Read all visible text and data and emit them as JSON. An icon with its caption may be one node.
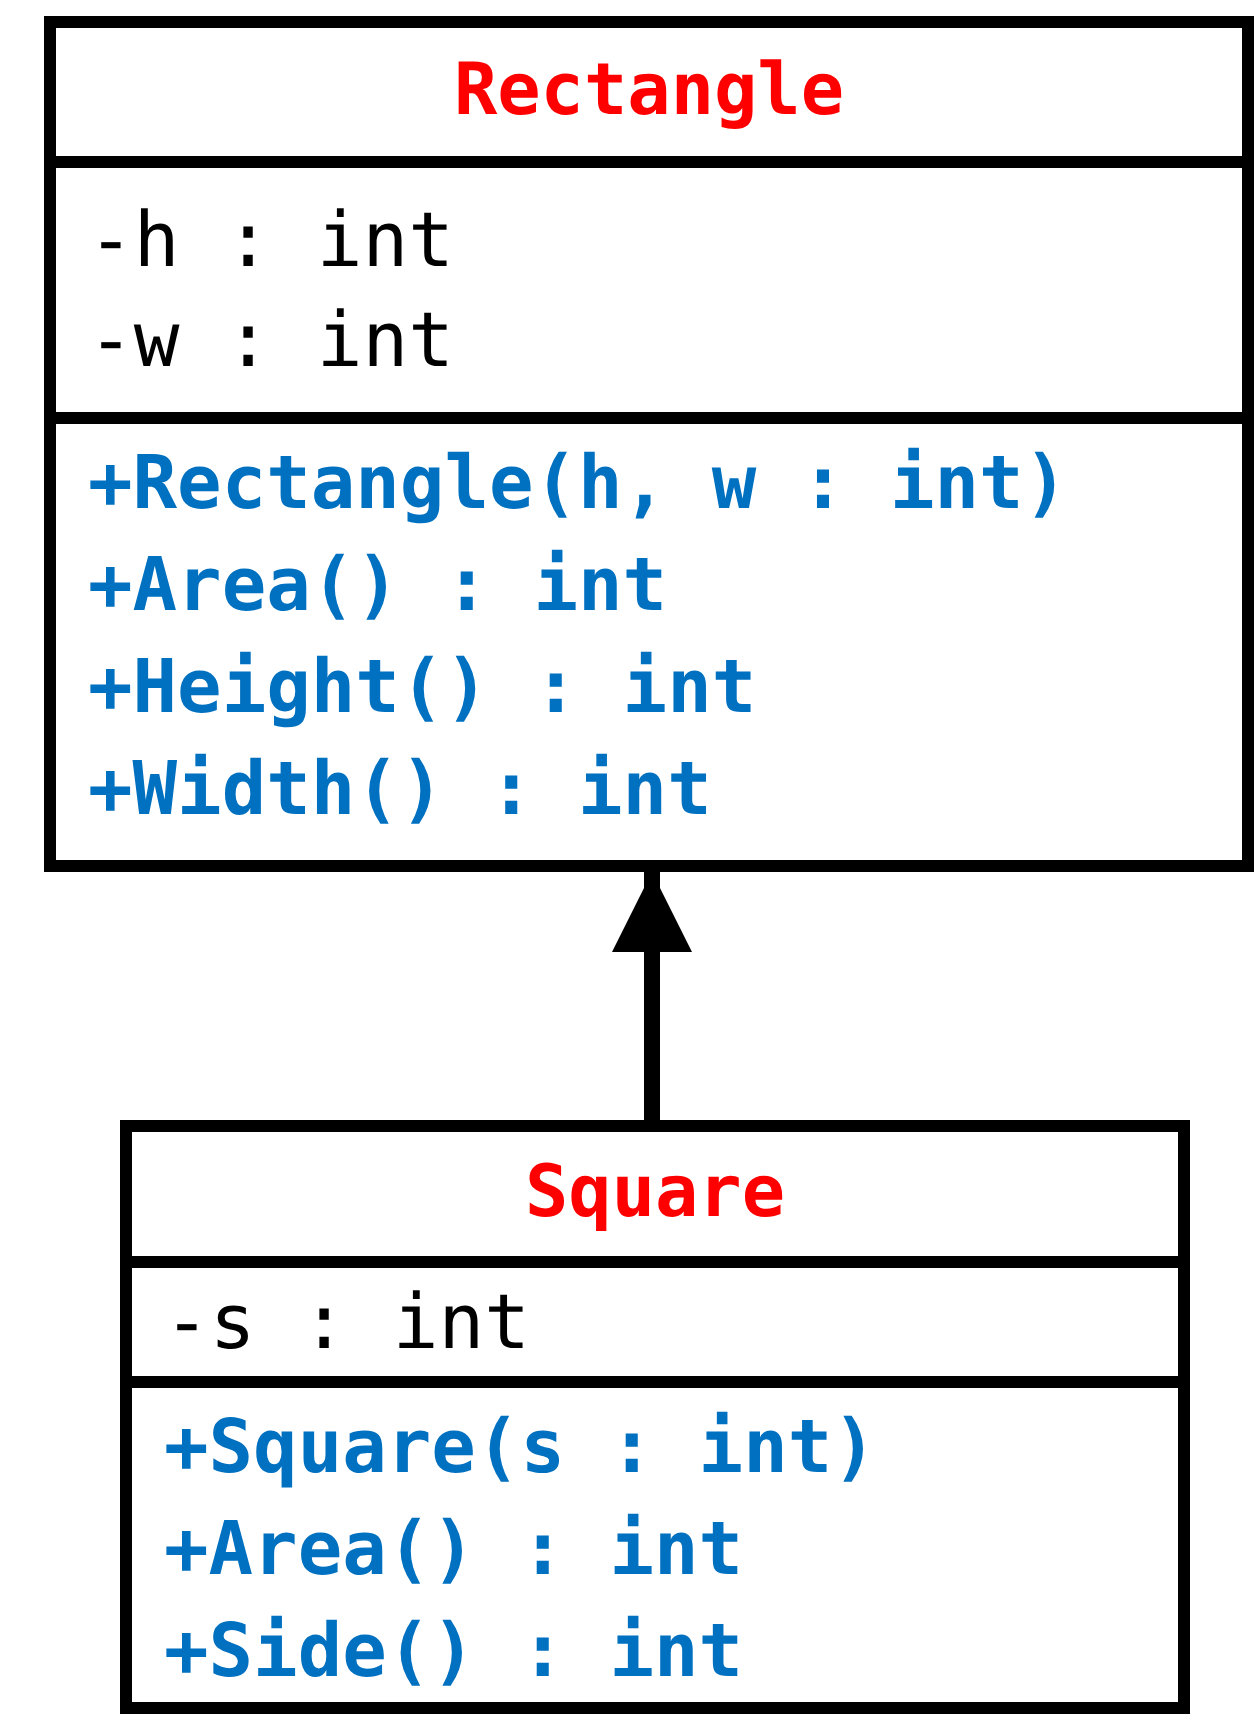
{
  "diagram": {
    "nodes": [
      {
        "text": [
          "Rectangle",
          "-h : int",
          "-w : int",
          "+Rectangle(h, w : int)",
          "+Area() : int",
          "+Height() : int",
          "+Width() : int"
        ]
      },
      {
        "text": [
          "Square",
          "-s : int",
          "+Square(s : int)",
          "+Area() : int",
          "+Side() : int"
        ]
      }
    ],
    "edges": [
      {
        "from": 1,
        "to": 0,
        "arrow": "to"
      }
    ]
  }
}
